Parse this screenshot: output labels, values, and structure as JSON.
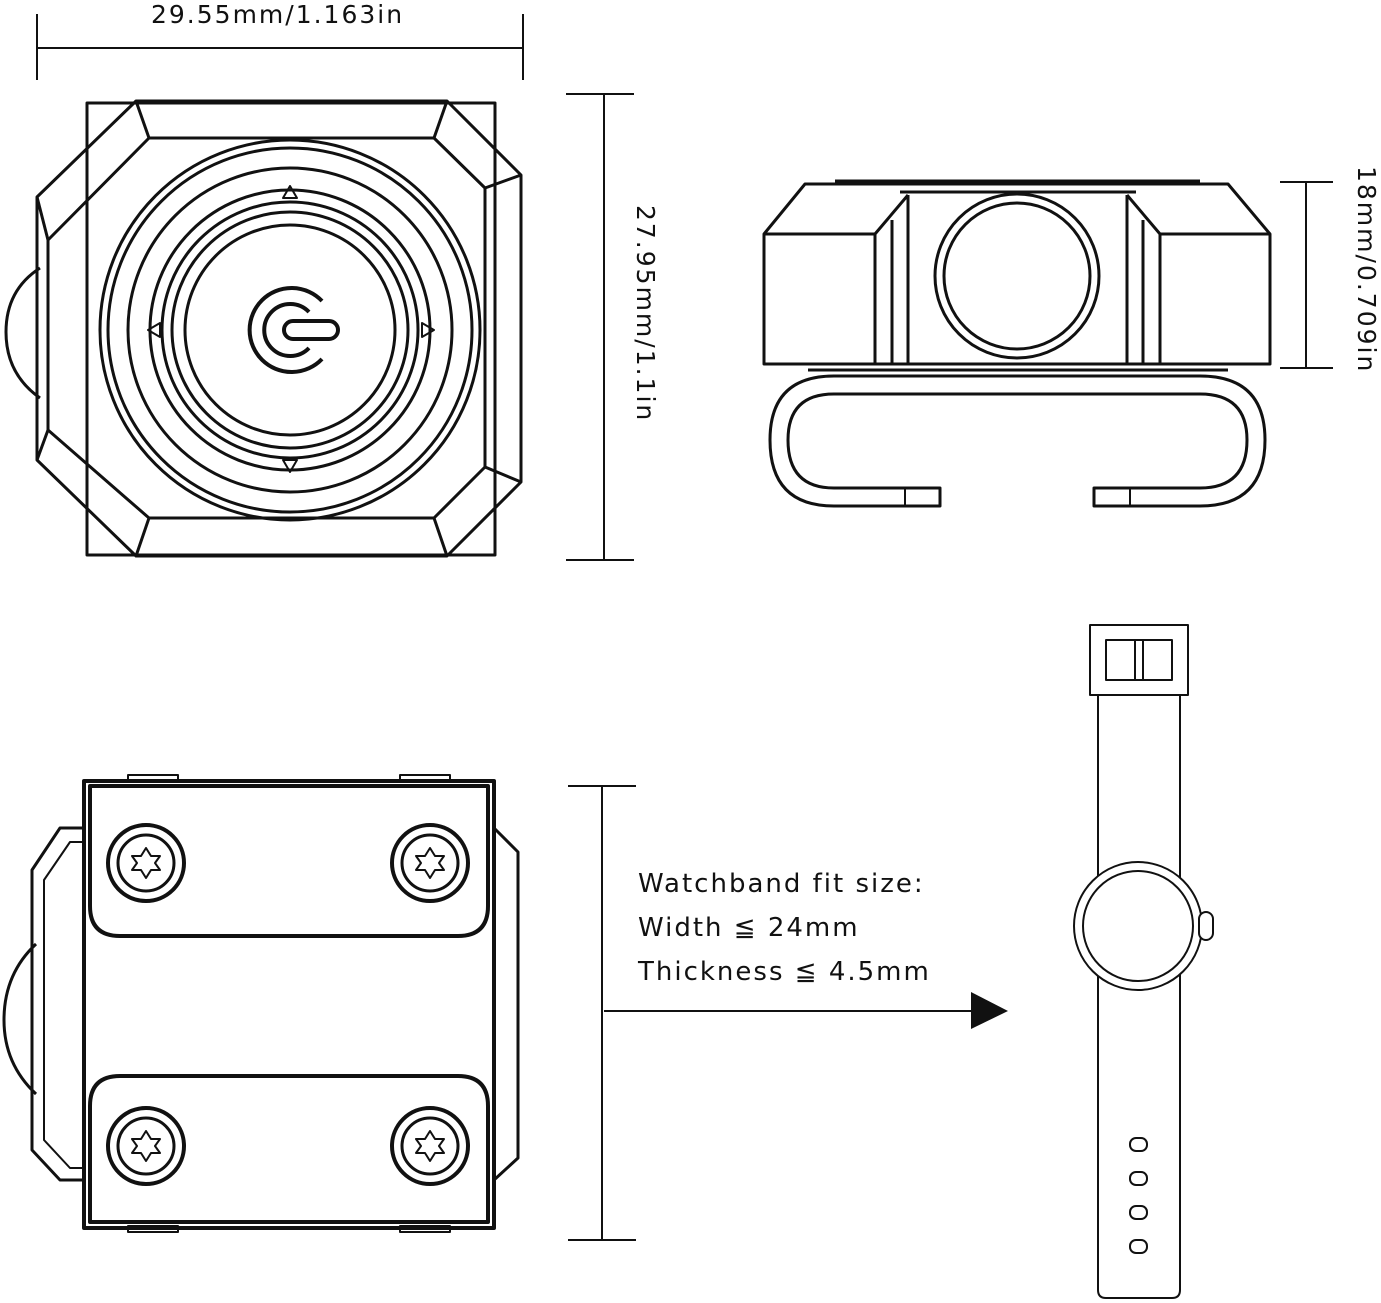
{
  "dimensions": {
    "width": "29.55mm/1.163in",
    "height": "27.95mm/1.1in",
    "depth": "18mm/0.709in"
  },
  "watchband_spec": {
    "title": "Watchband fit size:",
    "width_line": "Width ≦ 24mm",
    "thickness_line": "Thickness ≦ 4.5mm"
  },
  "colors": {
    "line": "#111111",
    "background": "#ffffff"
  }
}
